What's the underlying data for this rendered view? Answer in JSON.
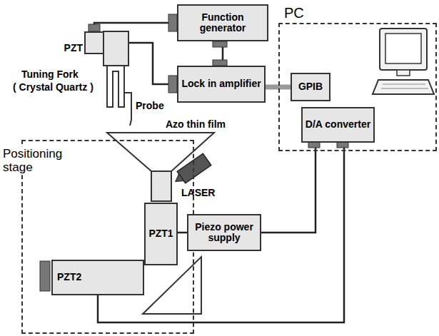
{
  "diagram": {
    "nodes": [
      {
        "text": [
          "PC"
        ]
      },
      {
        "text": [
          "Function generator"
        ]
      },
      {
        "text": [
          "PZT"
        ]
      },
      {
        "text": [
          "Lock in amplifier"
        ]
      },
      {
        "text": [
          "GPIB"
        ],
        "in": 0
      },
      {
        "text": [
          "D/A converter"
        ],
        "in": 0
      },
      {
        "text": [
          "Positioning stage"
        ]
      },
      {
        "text": [
          "PZT1"
        ],
        "in": 6
      },
      {
        "text": [
          "Piezo power supply"
        ]
      },
      {
        "text": [
          "PZT2"
        ],
        "in": 6
      }
    ],
    "edges": [
      {
        "from": 1,
        "to": 2,
        "arrow": "none"
      },
      {
        "from": 1,
        "to": 3,
        "arrow": "none"
      },
      {
        "from": 2,
        "to": 3,
        "arrow": "none"
      },
      {
        "from": 3,
        "to": 4,
        "arrow": "none"
      },
      {
        "from": 5,
        "to": 8,
        "arrow": "none"
      },
      {
        "from": 5,
        "to": 9,
        "arrow": "none"
      },
      {
        "from": 8,
        "to": 7,
        "arrow": "none"
      }
    ],
    "labels": [
      "Tuning Fork",
      "( Crystal Quartz )",
      "Probe",
      "Azo thin film",
      "LASER"
    ]
  }
}
